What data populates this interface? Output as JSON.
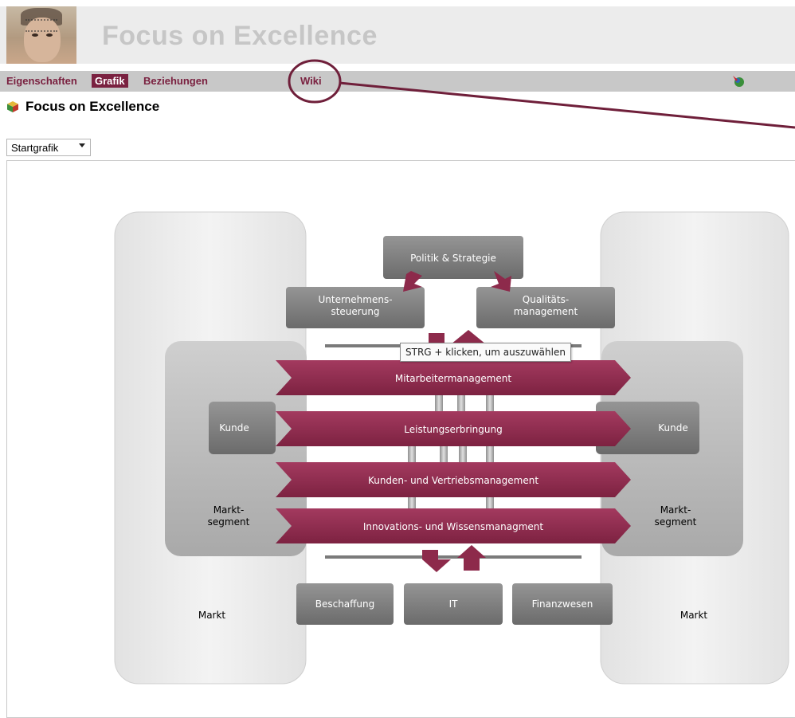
{
  "header": {
    "title": "Focus on Excellence"
  },
  "nav": {
    "items": [
      {
        "label": "Eigenschaften",
        "active": false
      },
      {
        "label": "Grafik",
        "active": true
      },
      {
        "label": "Beziehungen",
        "active": false
      },
      {
        "label": "Wiki",
        "active": false
      }
    ],
    "tool_icon": "paint-palette-icon"
  },
  "page": {
    "heading": "Focus on Excellence",
    "heading_icon": "cube-icon"
  },
  "graphic_select": {
    "value": "Startgrafik"
  },
  "tooltip": {
    "text": "STRG + klicken, um auszuwählen"
  },
  "diagram": {
    "outer_left": "Markt",
    "outer_right": "Markt",
    "segment_left": "Markt-\nsegment",
    "segment_right": "Markt-\nsegment",
    "customer_left": "Kunde",
    "customer_right": "Kunde",
    "top_box": "Politik & Strategie",
    "mid_left": "Unternehmens-\nsteuerung",
    "mid_right": "Qualitäts-\nmanagement",
    "processes": [
      "Mitarbeitermanagement",
      "Leistungserbringung",
      "Kunden- und Vertriebsmanagement",
      "Innovations- und Wissensmanagment"
    ],
    "bottom": [
      "Beschaffung",
      "IT",
      "Finanzwesen"
    ]
  },
  "colors": {
    "accent": "#7a2140",
    "process": "#8d2a4b",
    "box_gray": "#7c7c7c",
    "navbar": "#c8c8c8"
  }
}
